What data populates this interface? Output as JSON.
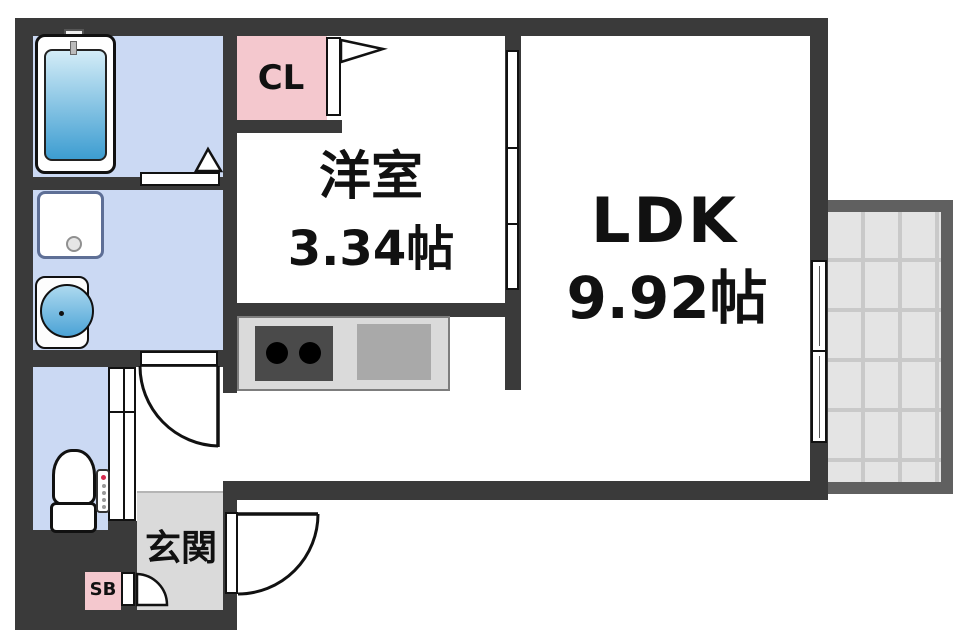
{
  "title": "1LDK floor plan",
  "rooms": {
    "ldk": {
      "label": "LDK",
      "size": "9.92帖"
    },
    "western_room": {
      "label": "洋室",
      "size": "3.34帖"
    },
    "closet": {
      "label": "CL"
    },
    "entrance": {
      "label": "玄関"
    },
    "shoe_box": {
      "label": "SB"
    }
  },
  "colors": {
    "wall": "#3a3a3a",
    "wet_floor": "#cbd9f3",
    "pink": "#f4c8ce",
    "genkan": "#dadada",
    "counter": "#dadada",
    "stove": "#4a4a4a",
    "sink": "#a9a9a9",
    "balcony_frame": "#606060",
    "balcony_floor": "#e4e4e4",
    "balcony_grid": "#c9c9c9",
    "tub_blue_light": "#d3ecf7",
    "tub_blue_dark": "#3d9dd1"
  }
}
